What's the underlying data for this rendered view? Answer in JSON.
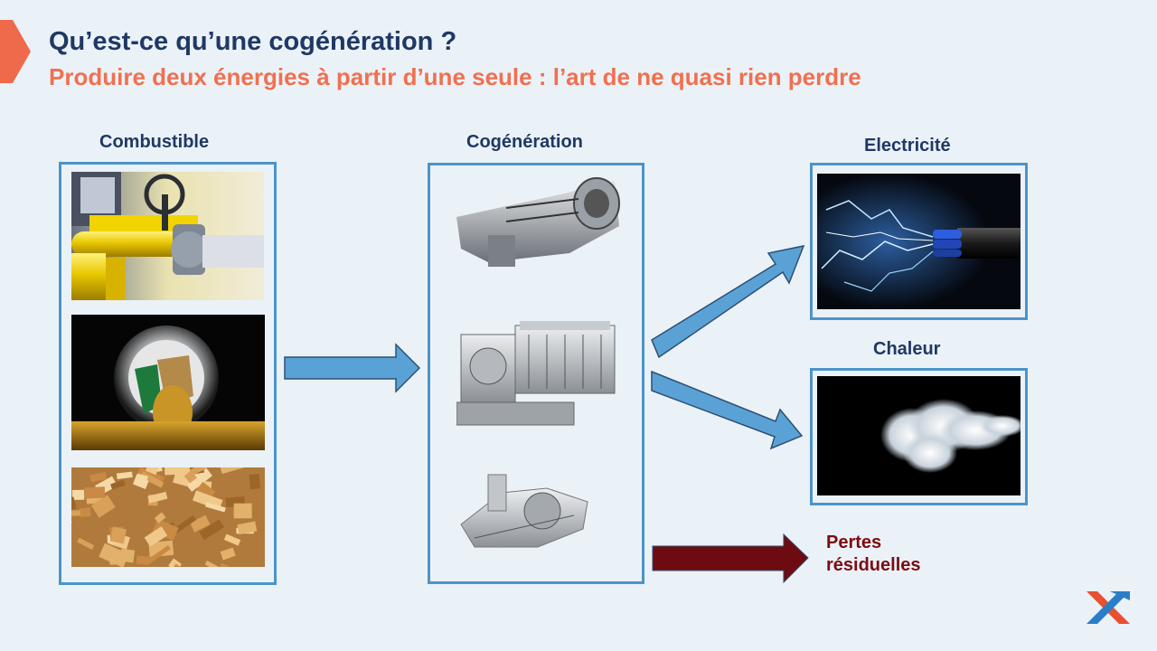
{
  "header": {
    "title": "Qu’est-ce qu’une cogénération ?",
    "subtitle": "Produire deux énergies à partir d’une seule : l’art de ne quasi rien perdre"
  },
  "columns": {
    "fuel": "Combustible",
    "cogen": "Cogénération",
    "electricity": "Electricité",
    "heat": "Chaleur"
  },
  "losses": {
    "line1": "Pertes",
    "line2": "résiduelles"
  },
  "images": {
    "fuel": [
      "gas-pipe-photo",
      "fuel-oil-photo",
      "wood-chips-photo"
    ],
    "cogen": [
      "gas-turbine-image",
      "gas-engine-image",
      "steam-turbine-image"
    ],
    "outputs": [
      "electricity-cable-photo",
      "steam-cloud-photo"
    ]
  },
  "colors": {
    "title": "#1f3864",
    "subtitle": "#f07050",
    "box_border": "#4b94c9",
    "arrow_fill": "#5aa2d6",
    "loss_arrow": "#6e0b10",
    "background": "#eaf2f8"
  }
}
